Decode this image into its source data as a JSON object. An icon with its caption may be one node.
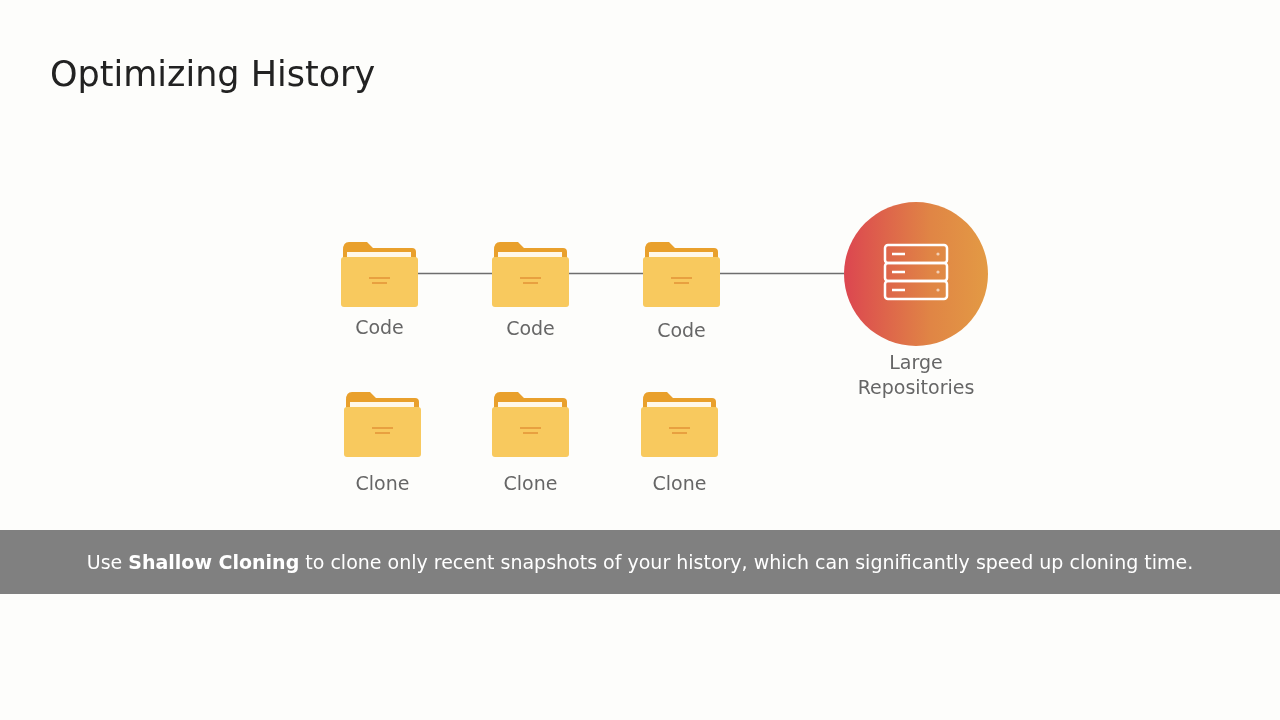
{
  "diagram": {
    "title": "Optimizing History",
    "caption": "Use **Shallow Cloning** to clone only recent snapshots of your history, which can significantly speed up cloning time.",
    "nodes": [
      {
        "text": [
          "Code"
        ]
      },
      {
        "text": [
          "Code"
        ]
      },
      {
        "text": [
          "Code"
        ]
      },
      {
        "text": [
          "Large Repositories"
        ]
      },
      {
        "text": [
          "Clone"
        ]
      },
      {
        "text": [
          "Clone"
        ]
      },
      {
        "text": [
          "Clone"
        ]
      }
    ],
    "edges": [
      {
        "from": 0,
        "to": 1,
        "arrow": "none"
      },
      {
        "from": 1,
        "to": 2,
        "arrow": "none"
      },
      {
        "from": 2,
        "to": 3,
        "arrow": "none"
      }
    ]
  }
}
